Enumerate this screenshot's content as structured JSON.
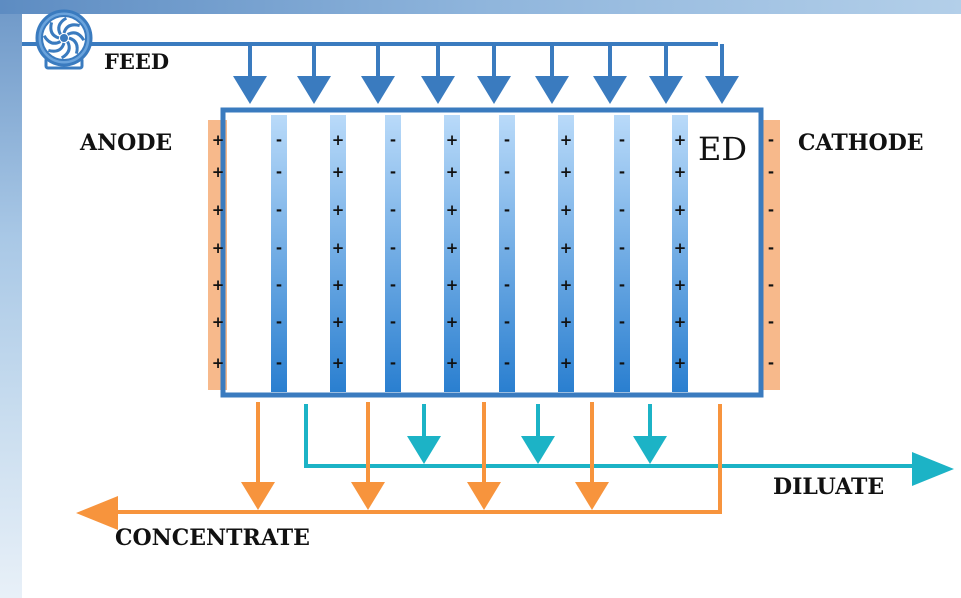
{
  "labels": {
    "feed": "FEED",
    "anode": "ANODE",
    "cathode": "CATHODE",
    "ed": "ED",
    "diluate": "DILUATE",
    "concentrate": "CONCENTRATE"
  },
  "signs": {
    "plus": "+",
    "minus": "-"
  },
  "membranes": [
    "-",
    "+",
    "-",
    "+",
    "-",
    "+",
    "-",
    "+"
  ],
  "colors": {
    "feed_line": "#3a7bbf",
    "cell_border": "#3a7bbf",
    "electrode": "#f7b98b",
    "diluate": "#1cb3c6",
    "concentrate": "#f7943d",
    "membrane_top": "#a9d0f7",
    "membrane_bottom": "#2a7fd0"
  },
  "icons": {
    "pump": "pump-icon"
  }
}
